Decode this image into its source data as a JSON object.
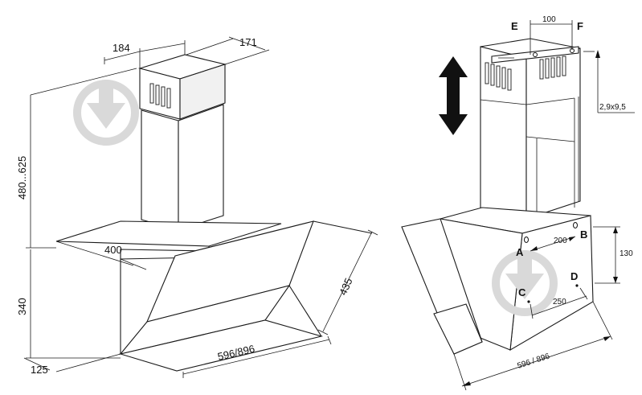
{
  "dimensions": {
    "chimney_depth": "184",
    "chimney_width": "171",
    "chimney_height": "480...625",
    "canopy_depth": "400",
    "glass_height": "435",
    "body_height": "340",
    "body_width": "596/896",
    "bottom_depth": "125",
    "bracket_spacing": "100",
    "screw": "2,9x9,5",
    "hole_spacing_horizontal": "200",
    "hole_spacing_vertical": "130",
    "hole_spacing_lower": "250",
    "width_right": "596 / 896"
  },
  "point_labels": {
    "a": "A",
    "b": "B",
    "c": "C",
    "d": "D",
    "e": "E",
    "f": "F"
  },
  "colors": {
    "line": "#1a1a1a",
    "watermark": "#d9d9d9"
  },
  "icons": {
    "move_arrow": "double-vertical-arrow-icon",
    "watermark": "download-watermark-icon"
  }
}
